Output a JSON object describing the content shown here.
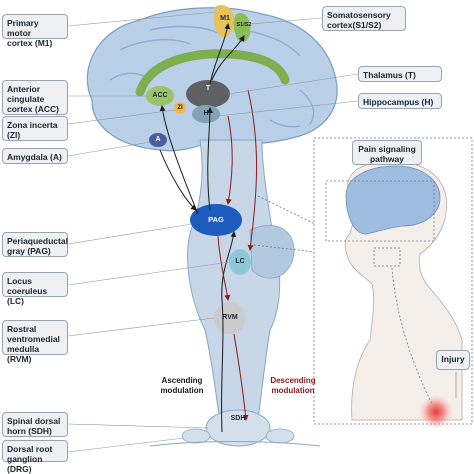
{
  "labels": {
    "m1_box": "Primary motor\ncortex (M1)",
    "acc_box": "Anterior\ncingulate\ncortex (ACC)",
    "zi_box": "Zona incerta\n(ZI)",
    "amygdala_box": "Amygdala (A)",
    "s1s2_box": "Somatosensory\ncortex(S1/S2)",
    "thalamus_box": "Thalamus (T)",
    "hippocampus_box": "Hippocampus (H)",
    "pag_box": "Periaqueductal\ngray (PAG)",
    "lc_box": "Locus\ncoeruleus (LC)",
    "rvm_box": "Rostral\nventromedial\nmedulla (RVM)",
    "sdh_box": "Spinal dorsal\nhorn (SDH)",
    "drg_box": "Dorsal root\nganglion (DRG)",
    "pain_pathway_box": "Pain signaling\npathway",
    "injury_box": "Injury"
  },
  "node_labels": {
    "m1": "M1",
    "s1s2": "S1/S2",
    "acc": "ACC",
    "zi": "ZI",
    "t": "T",
    "h": "H",
    "a": "A",
    "pag": "PAG",
    "lc": "LC",
    "rvm": "RVM",
    "sdh": "SDH"
  },
  "pathway_labels": {
    "ascending": "Ascending\nmodulation",
    "descending": "Descending\nmodulation"
  },
  "colors": {
    "brain": "#b9d0e8",
    "brain_outline": "#7c9cc2",
    "acc": "#7fae4e",
    "m1": "#e6c35a",
    "s1s2": "#8dbb55",
    "thalamus": "#5e6064",
    "hippocampus": "#7fa3b5",
    "pag": "#1d5bbf",
    "lc": "#8ec9da",
    "rvm": "#c9cbcd",
    "ascending": "#1a1a1a",
    "descending": "#8b1a1a",
    "injury": "#e53935"
  }
}
